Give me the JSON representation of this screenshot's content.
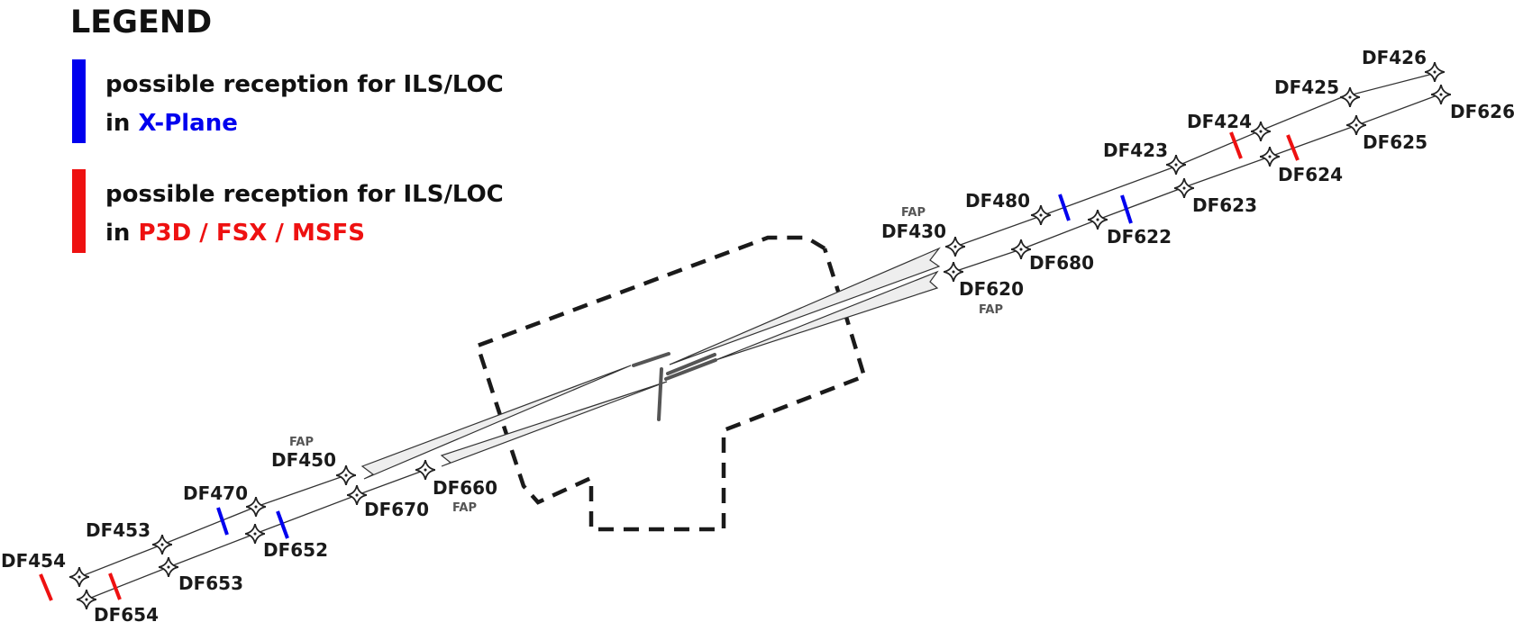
{
  "legend": {
    "title": "LEGEND",
    "xplane": {
      "line1": "possible reception for ILS/LOC",
      "prefix": "in ",
      "sim": "X-Plane",
      "color": "#0000ee"
    },
    "p3d": {
      "line1": "possible reception for ILS/LOC",
      "prefix": "in ",
      "sim": "P3D / FSX / MSFS",
      "color": "#ee1111"
    }
  },
  "colors": {
    "track": "#333333",
    "cone": "#eeeeee",
    "boundary": "#1a1a1a",
    "runway": "#555555"
  },
  "waypoints": {
    "DF426": "DF426",
    "DF425": "DF425",
    "DF424": "DF424",
    "DF423": "DF423",
    "DF480": "DF480",
    "DF430": "DF430",
    "DF626": "DF626",
    "DF625": "DF625",
    "DF624": "DF624",
    "DF623": "DF623",
    "DF622": "DF622",
    "DF680": "DF680",
    "DF620": "DF620",
    "DF450": "DF450",
    "DF470": "DF470",
    "DF453": "DF453",
    "DF454": "DF454",
    "DF660": "DF660",
    "DF670": "DF670",
    "DF652": "DF652",
    "DF653": "DF653",
    "DF654": "DF654"
  },
  "fap": "FAP"
}
